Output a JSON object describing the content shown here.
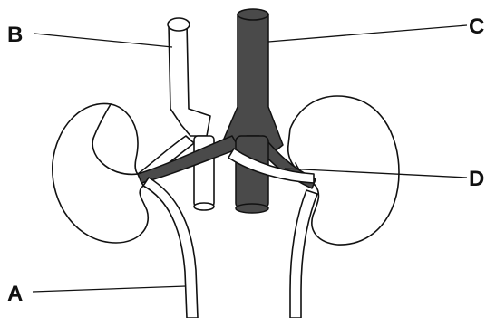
{
  "labels": {
    "a": "A",
    "b": "B",
    "c": "C",
    "d": "D"
  },
  "colors": {
    "dark_vessel": "#4a4a4a",
    "outline": "#111111",
    "background": "#ffffff"
  }
}
